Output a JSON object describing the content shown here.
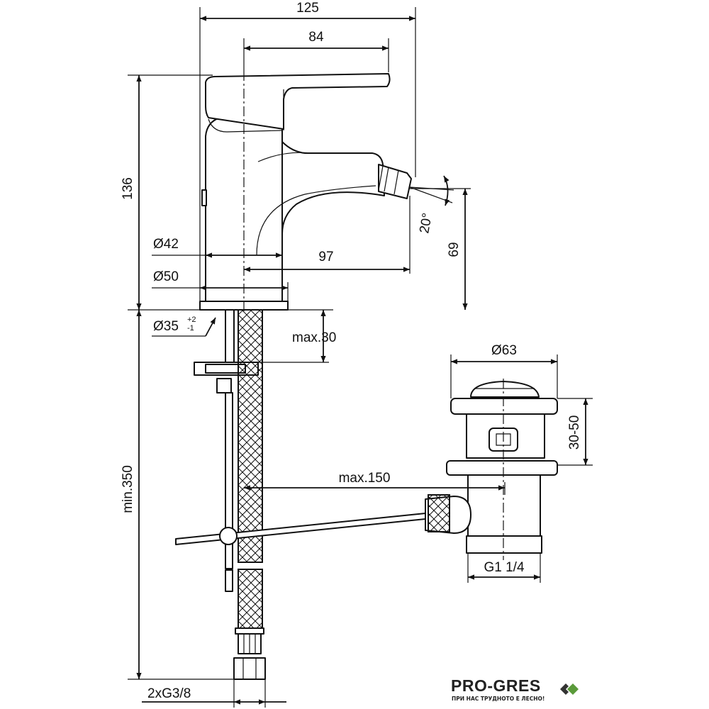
{
  "dimensions": {
    "overall_width": "125",
    "lever_width": "84",
    "height": "136",
    "body_diameter": "Ø42",
    "spout_reach": "97",
    "base_diameter": "Ø50",
    "hole_diameter": "Ø35",
    "hole_tol_upper": "+2",
    "hole_tol_lower": "-1",
    "spout_angle": "20°",
    "spout_height": "69",
    "deck_thickness": "max.30",
    "hose_length": "min.350",
    "pull_rod_reach": "max.150",
    "waste_diameter": "Ø63",
    "waste_range": "30-50",
    "waste_thread": "G1 1/4",
    "connection_thread": "2xG3/8"
  },
  "brand": {
    "name": "PRO-GRES",
    "tagline": "ПРИ НАС ТРУДНОТО Е ЛЕСНО!",
    "colors": {
      "dark": "#333333",
      "green": "#5a9a3a"
    }
  }
}
